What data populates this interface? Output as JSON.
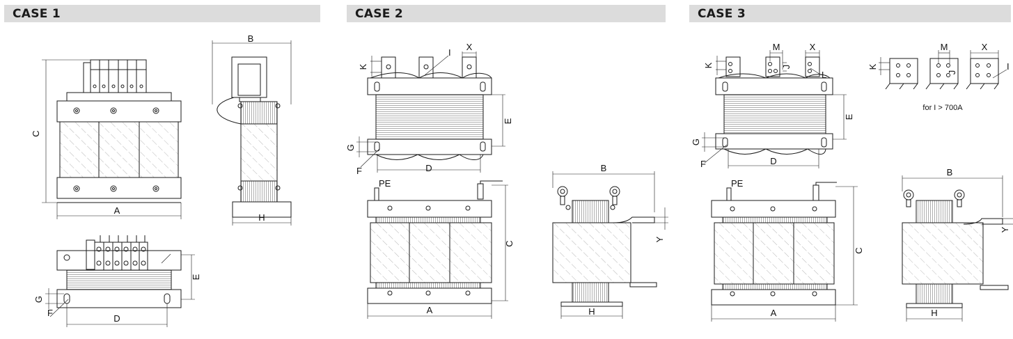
{
  "headers": {
    "case1": "CASE 1",
    "case2": "CASE 2",
    "case3": "CASE 3"
  },
  "dims": {
    "A": "A",
    "B": "B",
    "C": "C",
    "D": "D",
    "E": "E",
    "F": "F",
    "G": "G",
    "H": "H",
    "I": "I",
    "J": "J",
    "K": "K",
    "L": "L",
    "M": "M",
    "X": "X",
    "Y": "Y",
    "PE": "PE"
  },
  "note": "for I > 700A",
  "colors": {
    "header_bg": "#dcdcdc",
    "line": "#1a1a1a",
    "hatch": "#9a9a9a"
  }
}
